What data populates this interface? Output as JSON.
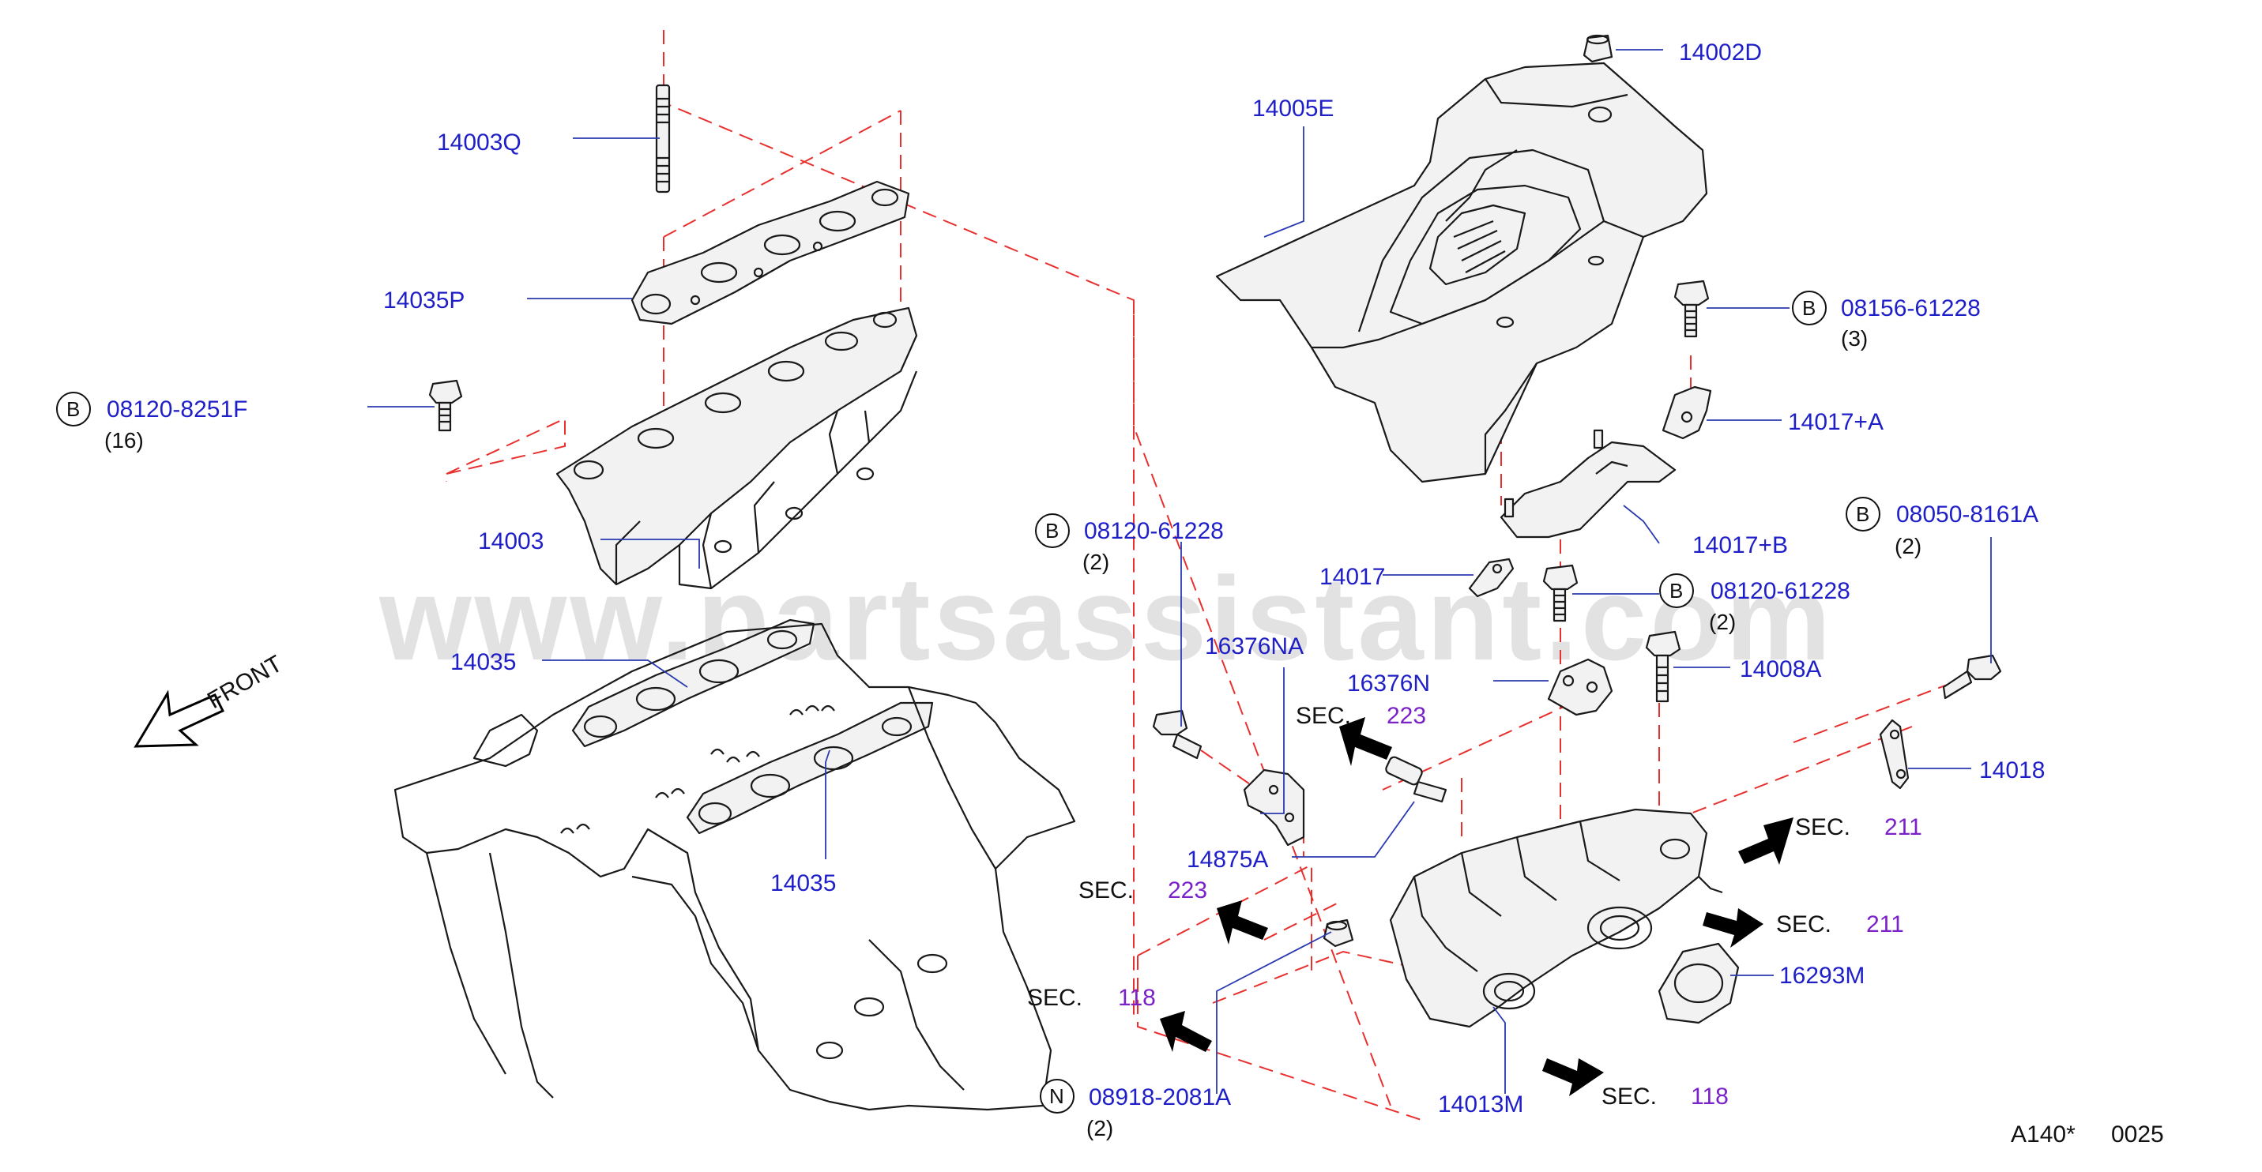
{
  "watermark": "www.partsassistant.com",
  "front_label": "FRONT",
  "diagram_code": "A140*",
  "diagram_number": "0025",
  "colors": {
    "part_number": "#1f1fc8",
    "sec_number": "#7a22c8",
    "dashed_line": "#e8302e"
  },
  "labels": {
    "p14002D": "14002D",
    "p14005E": "14005E",
    "p14003Q": "14003Q",
    "p14035P": "14035P",
    "p14003": "14003",
    "p14035_a": "14035",
    "p14035_b": "14035",
    "p14017A": "14017+A",
    "p14017B": "14017+B",
    "p14017": "14017",
    "p16376NA": "16376NA",
    "p16376N": "16376N",
    "p14008A": "14008A",
    "p14018": "14018",
    "p14875A": "14875A",
    "p16293M": "16293M",
    "p14013M": "14013M"
  },
  "callouts": {
    "c08156": {
      "letter": "B",
      "part": "08156-61228",
      "qty": "(3)"
    },
    "c08120_8251F": {
      "letter": "B",
      "part": "08120-8251F",
      "qty": "(16)"
    },
    "c08120_61228_a": {
      "letter": "B",
      "part": "08120-61228",
      "qty": "(2)"
    },
    "c08120_61228_b": {
      "letter": "B",
      "part": "08120-61228",
      "qty": "(2)"
    },
    "c08050": {
      "letter": "B",
      "part": "08050-8161A",
      "qty": "(2)"
    },
    "c08918": {
      "letter": "N",
      "part": "08918-2081A",
      "qty": "(2)"
    }
  },
  "sections": {
    "s223_a": {
      "label": "SEC.",
      "num": "223"
    },
    "s223_b": {
      "label": "SEC.",
      "num": "223"
    },
    "s211_a": {
      "label": "SEC.",
      "num": "211"
    },
    "s211_b": {
      "label": "SEC.",
      "num": "211"
    },
    "s118_a": {
      "label": "SEC.",
      "num": "118"
    },
    "s118_b": {
      "label": "SEC.",
      "num": "118"
    }
  }
}
